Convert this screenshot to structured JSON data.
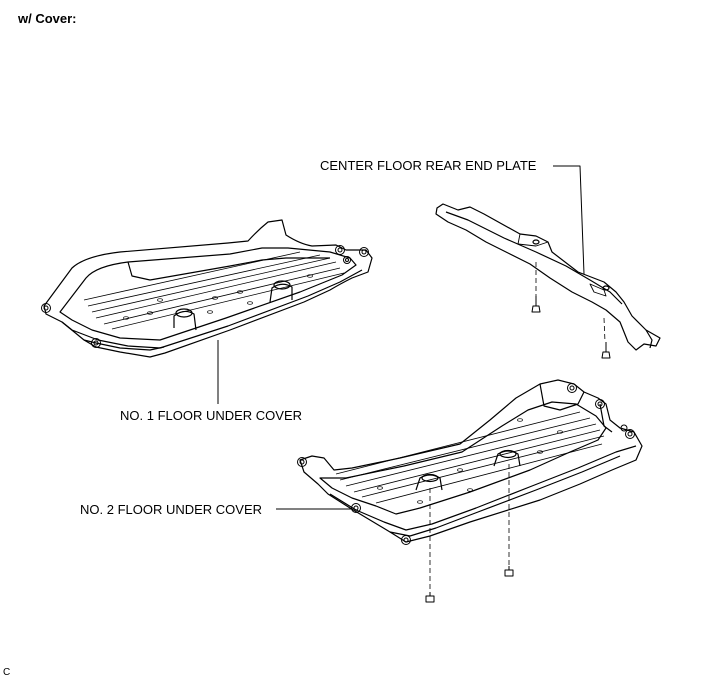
{
  "header": {
    "title": "w/ Cover:"
  },
  "labels": {
    "center_plate": "CENTER FLOOR REAR END PLATE",
    "floor_cover_1": "NO. 1 FLOOR UNDER COVER",
    "floor_cover_2": "NO. 2 FLOOR UNDER COVER"
  },
  "footer": {
    "code": "C"
  }
}
